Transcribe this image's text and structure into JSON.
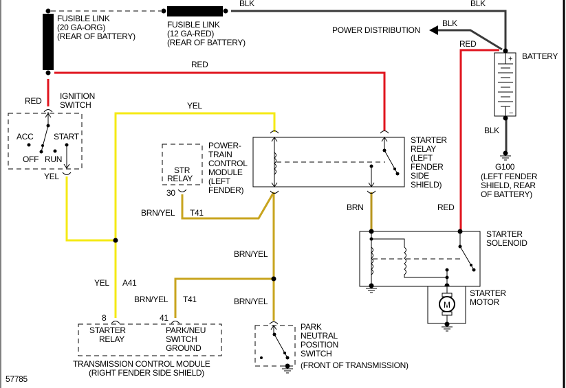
{
  "diagram": {
    "figure_id": "57785",
    "colors": {
      "black_wire": "#3a3a3a",
      "red_wire": "#e0141e",
      "yellow_wire": "#f5ea14",
      "brown_wire": "#b8961e",
      "brown_yellow_wire": "#c8a41e"
    },
    "components": {
      "fusible_link_20": {
        "line1": "FUSIBLE LINK",
        "line2": "(20 GA-ORG)",
        "line3": "(REAR OF BATTERY)"
      },
      "fusible_link_12": {
        "line1": "FUSIBLE LINK",
        "line2": "(12 GA-RED)",
        "line3": "(REAR OF BATTERY)"
      },
      "power_distribution": "POWER DISTRIBUTION",
      "battery": {
        "label": "BATTERY",
        "plus": "+",
        "minus": "−"
      },
      "ground_g100": {
        "line1": "G100",
        "line2": "(LEFT FENDER",
        "line3": "SHIELD, REAR",
        "line4": "OF BATTERY)"
      },
      "ignition_switch": {
        "line1": "IGNITION",
        "line2": "SWITCH",
        "acc": "ACC",
        "start": "START",
        "off": "OFF",
        "run": "RUN"
      },
      "pcm": {
        "line1": "POWER-",
        "line2": "TRAIN",
        "line3": "CONTROL",
        "line4": "MODULE",
        "line5": "(LEFT",
        "line6": "FENDER)",
        "str1": "STR",
        "str2": "RELAY",
        "pin": "30"
      },
      "starter_relay": {
        "line1": "STARTER",
        "line2": "RELAY",
        "line3": "(LEFT",
        "line4": "FENDER",
        "line5": "SIDE",
        "line6": "SHIELD)"
      },
      "starter_solenoid": {
        "line1": "STARTER",
        "line2": "SOLENOID"
      },
      "starter_motor": {
        "line1": "STARTER",
        "line2": "MOTOR",
        "symbol": "M"
      },
      "tcm": {
        "pin8": "8",
        "pin41": "41",
        "starter_relay1": "STARTER",
        "starter_relay2": "RELAY",
        "pns1": "PARK/NEU",
        "pns2": "SWITCH",
        "pns3": "GROUND",
        "title1": "TRANSMISSION CONTROL MODULE",
        "title2": "(RIGHT FENDER SIDE SHIELD)"
      },
      "park_neutral_switch": {
        "line1": "PARK",
        "line2": "NEUTRAL",
        "line3": "POSITION",
        "line4": "SWITCH",
        "line5": "(FRONT OF TRANSMISSION)"
      }
    },
    "wire_labels": {
      "blk_top_mid": "BLK",
      "blk_top_right": "BLK",
      "blk_power": "BLK",
      "blk_ground": "BLK",
      "red_battery": "RED",
      "red_main": "RED",
      "red_ign": "RED",
      "red_solenoid": "RED",
      "yel_top": "YEL",
      "yel_ign": "YEL",
      "yel_tcm": "YEL",
      "a41": "A41",
      "brnyel_pcm": "BRN/YEL",
      "t41_pcm": "T41",
      "brnyel_mid": "BRN/YEL",
      "brnyel_tcm": "BRN/YEL",
      "t41_tcm": "T41",
      "brnyel_pns": "BRN/YEL",
      "brn_relay": "BRN"
    }
  }
}
